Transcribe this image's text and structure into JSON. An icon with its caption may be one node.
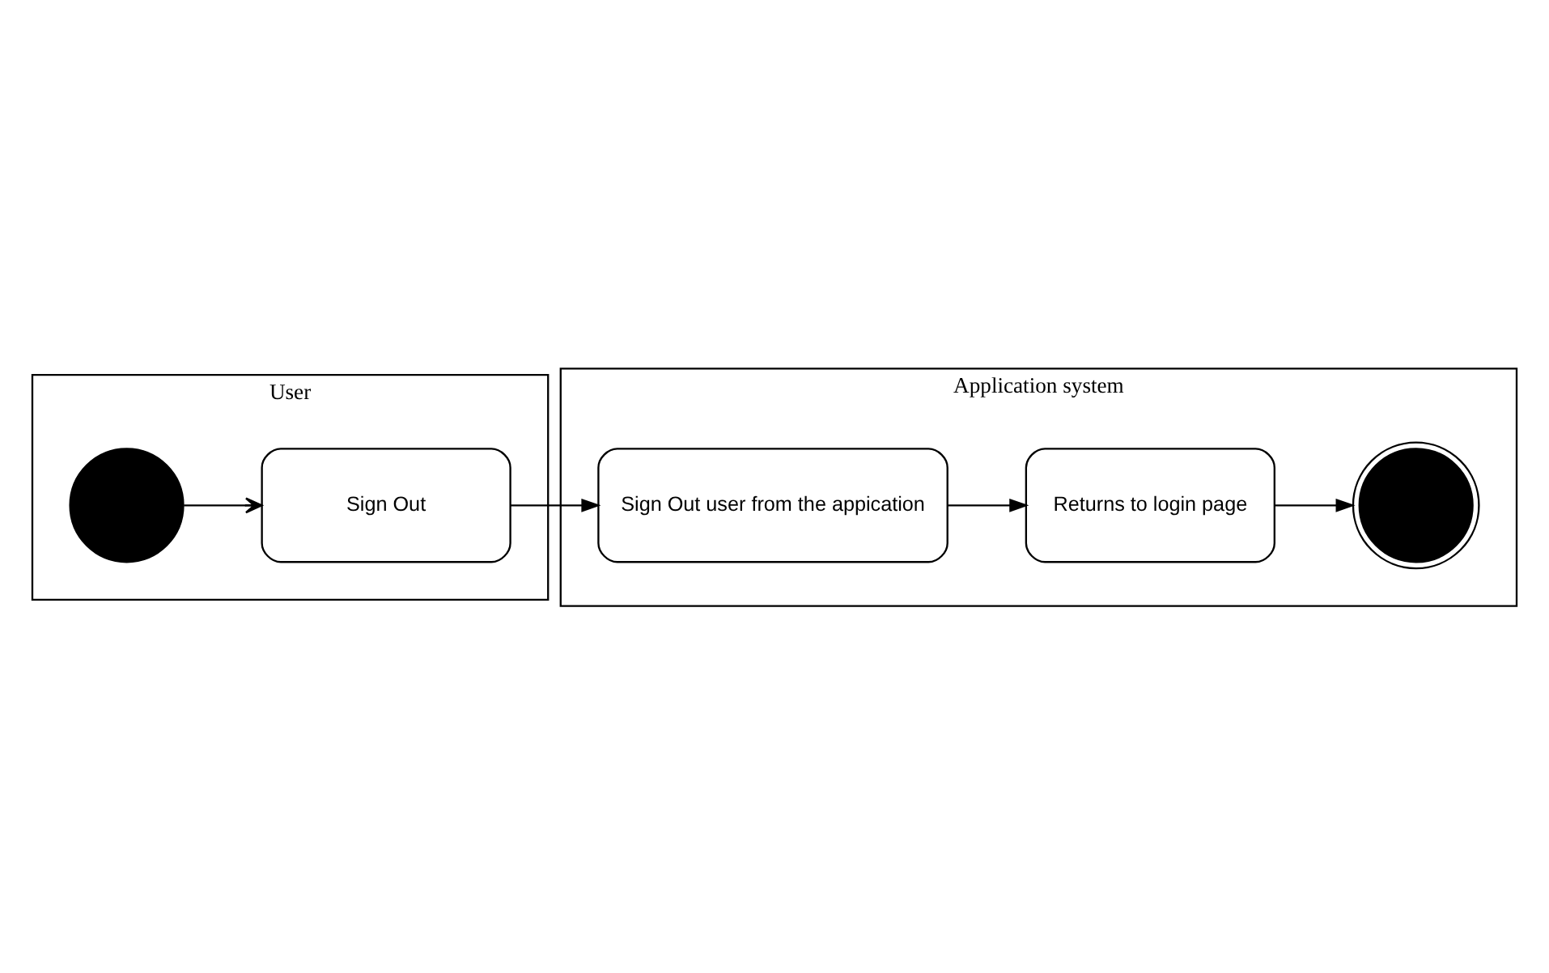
{
  "diagram": {
    "nodes": [
      {
        "text": [
          "User"
        ]
      },
      {
        "text": [
          "Application system"
        ]
      },
      {
        "text": [],
        "shape": "circle",
        "in": 0
      },
      {
        "text": [
          "Sign Out"
        ],
        "in": 0
      },
      {
        "text": [
          "Sign Out user from the appication"
        ],
        "in": 1
      },
      {
        "text": [
          "Returns to login page"
        ],
        "in": 1
      },
      {
        "text": [],
        "shape": "bullseye",
        "in": 1
      }
    ],
    "edges": [
      {
        "from": 2,
        "to": 3,
        "arrow": "to"
      },
      {
        "from": 3,
        "to": 4,
        "arrow": "to"
      },
      {
        "from": 4,
        "to": 5,
        "arrow": "to"
      },
      {
        "from": 5,
        "to": 6,
        "arrow": "to"
      }
    ]
  }
}
